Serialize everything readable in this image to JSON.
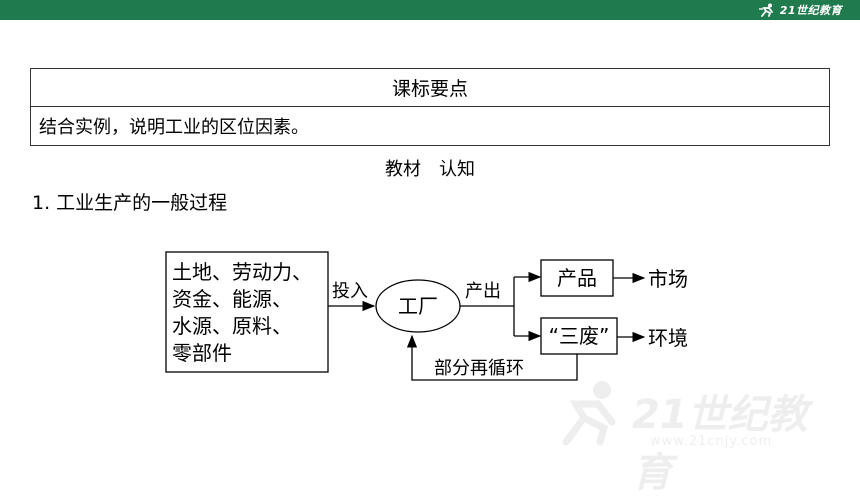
{
  "header": {
    "logo_text": "21世纪教育",
    "brand_color": "#1f7a4d"
  },
  "standards": {
    "heading": "课标要点",
    "content": "结合实例，说明工业的区位因素。"
  },
  "section": {
    "title_left": "教材",
    "title_right": "认知"
  },
  "subhead": "1. 工业生产的一般过程",
  "flow": {
    "inputs": [
      "土地、劳动力、",
      "资金、能源、",
      "水源、原料、",
      "零部件"
    ],
    "arrow_in": "投入",
    "factory": "工厂",
    "arrow_out": "产出",
    "product": "产品",
    "waste": "“三废”",
    "market": "市场",
    "environment": "环境",
    "recycle": "部分再循环"
  },
  "watermark": {
    "text": "21世纪教育",
    "url": "www.21cnjy.com"
  }
}
